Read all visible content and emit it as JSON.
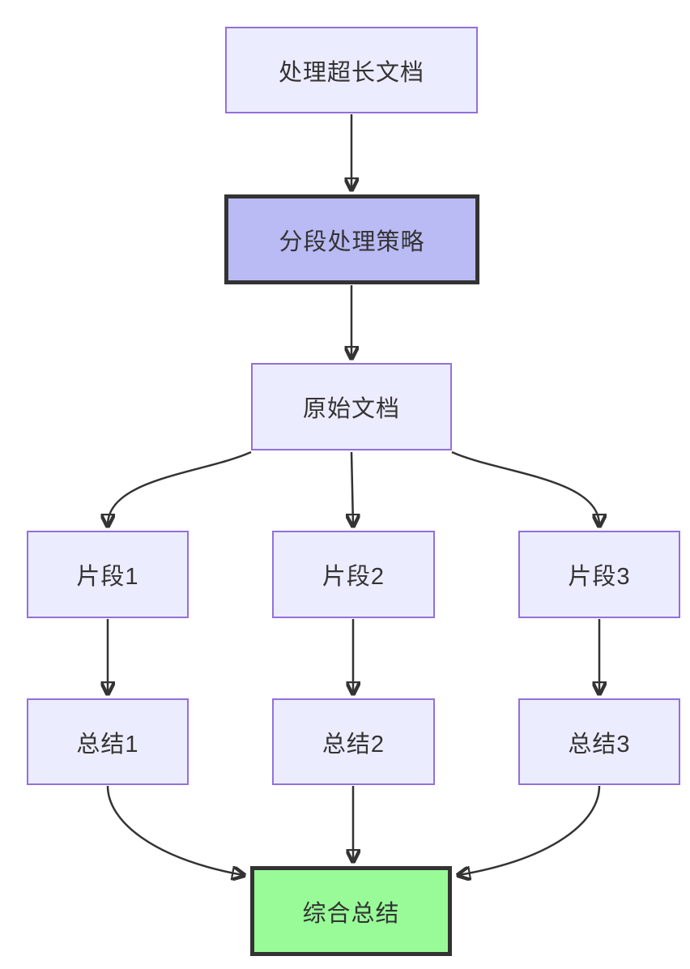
{
  "diagram": {
    "type": "flowchart",
    "direction": "top-down",
    "colors": {
      "background": "#ffffff",
      "node_fill": "#ECECFF",
      "node_border": "#9370DB",
      "highlight_fill": "#BABAF5",
      "highlight_border": "#333333",
      "result_fill": "#98FB98",
      "result_border": "#333333",
      "edge_stroke": "#333333",
      "text": "#333333"
    },
    "nodes": [
      {
        "id": "A",
        "label": "处理超长文档",
        "emphasis": "default"
      },
      {
        "id": "B",
        "label": "分段处理策略",
        "emphasis": "highlight-purple"
      },
      {
        "id": "C",
        "label": "原始文档",
        "emphasis": "default"
      },
      {
        "id": "D",
        "label": "片段1",
        "emphasis": "default"
      },
      {
        "id": "E",
        "label": "片段2",
        "emphasis": "default"
      },
      {
        "id": "F",
        "label": "片段3",
        "emphasis": "default"
      },
      {
        "id": "G",
        "label": "总结1",
        "emphasis": "default"
      },
      {
        "id": "H",
        "label": "总结2",
        "emphasis": "default"
      },
      {
        "id": "I",
        "label": "总结3",
        "emphasis": "default"
      },
      {
        "id": "J",
        "label": "综合总结",
        "emphasis": "highlight-green"
      }
    ],
    "edges": [
      {
        "from": "A",
        "to": "B"
      },
      {
        "from": "B",
        "to": "C"
      },
      {
        "from": "C",
        "to": "D"
      },
      {
        "from": "C",
        "to": "E"
      },
      {
        "from": "C",
        "to": "F"
      },
      {
        "from": "D",
        "to": "G"
      },
      {
        "from": "E",
        "to": "H"
      },
      {
        "from": "F",
        "to": "I"
      },
      {
        "from": "G",
        "to": "J"
      },
      {
        "from": "H",
        "to": "J"
      },
      {
        "from": "I",
        "to": "J"
      }
    ]
  }
}
